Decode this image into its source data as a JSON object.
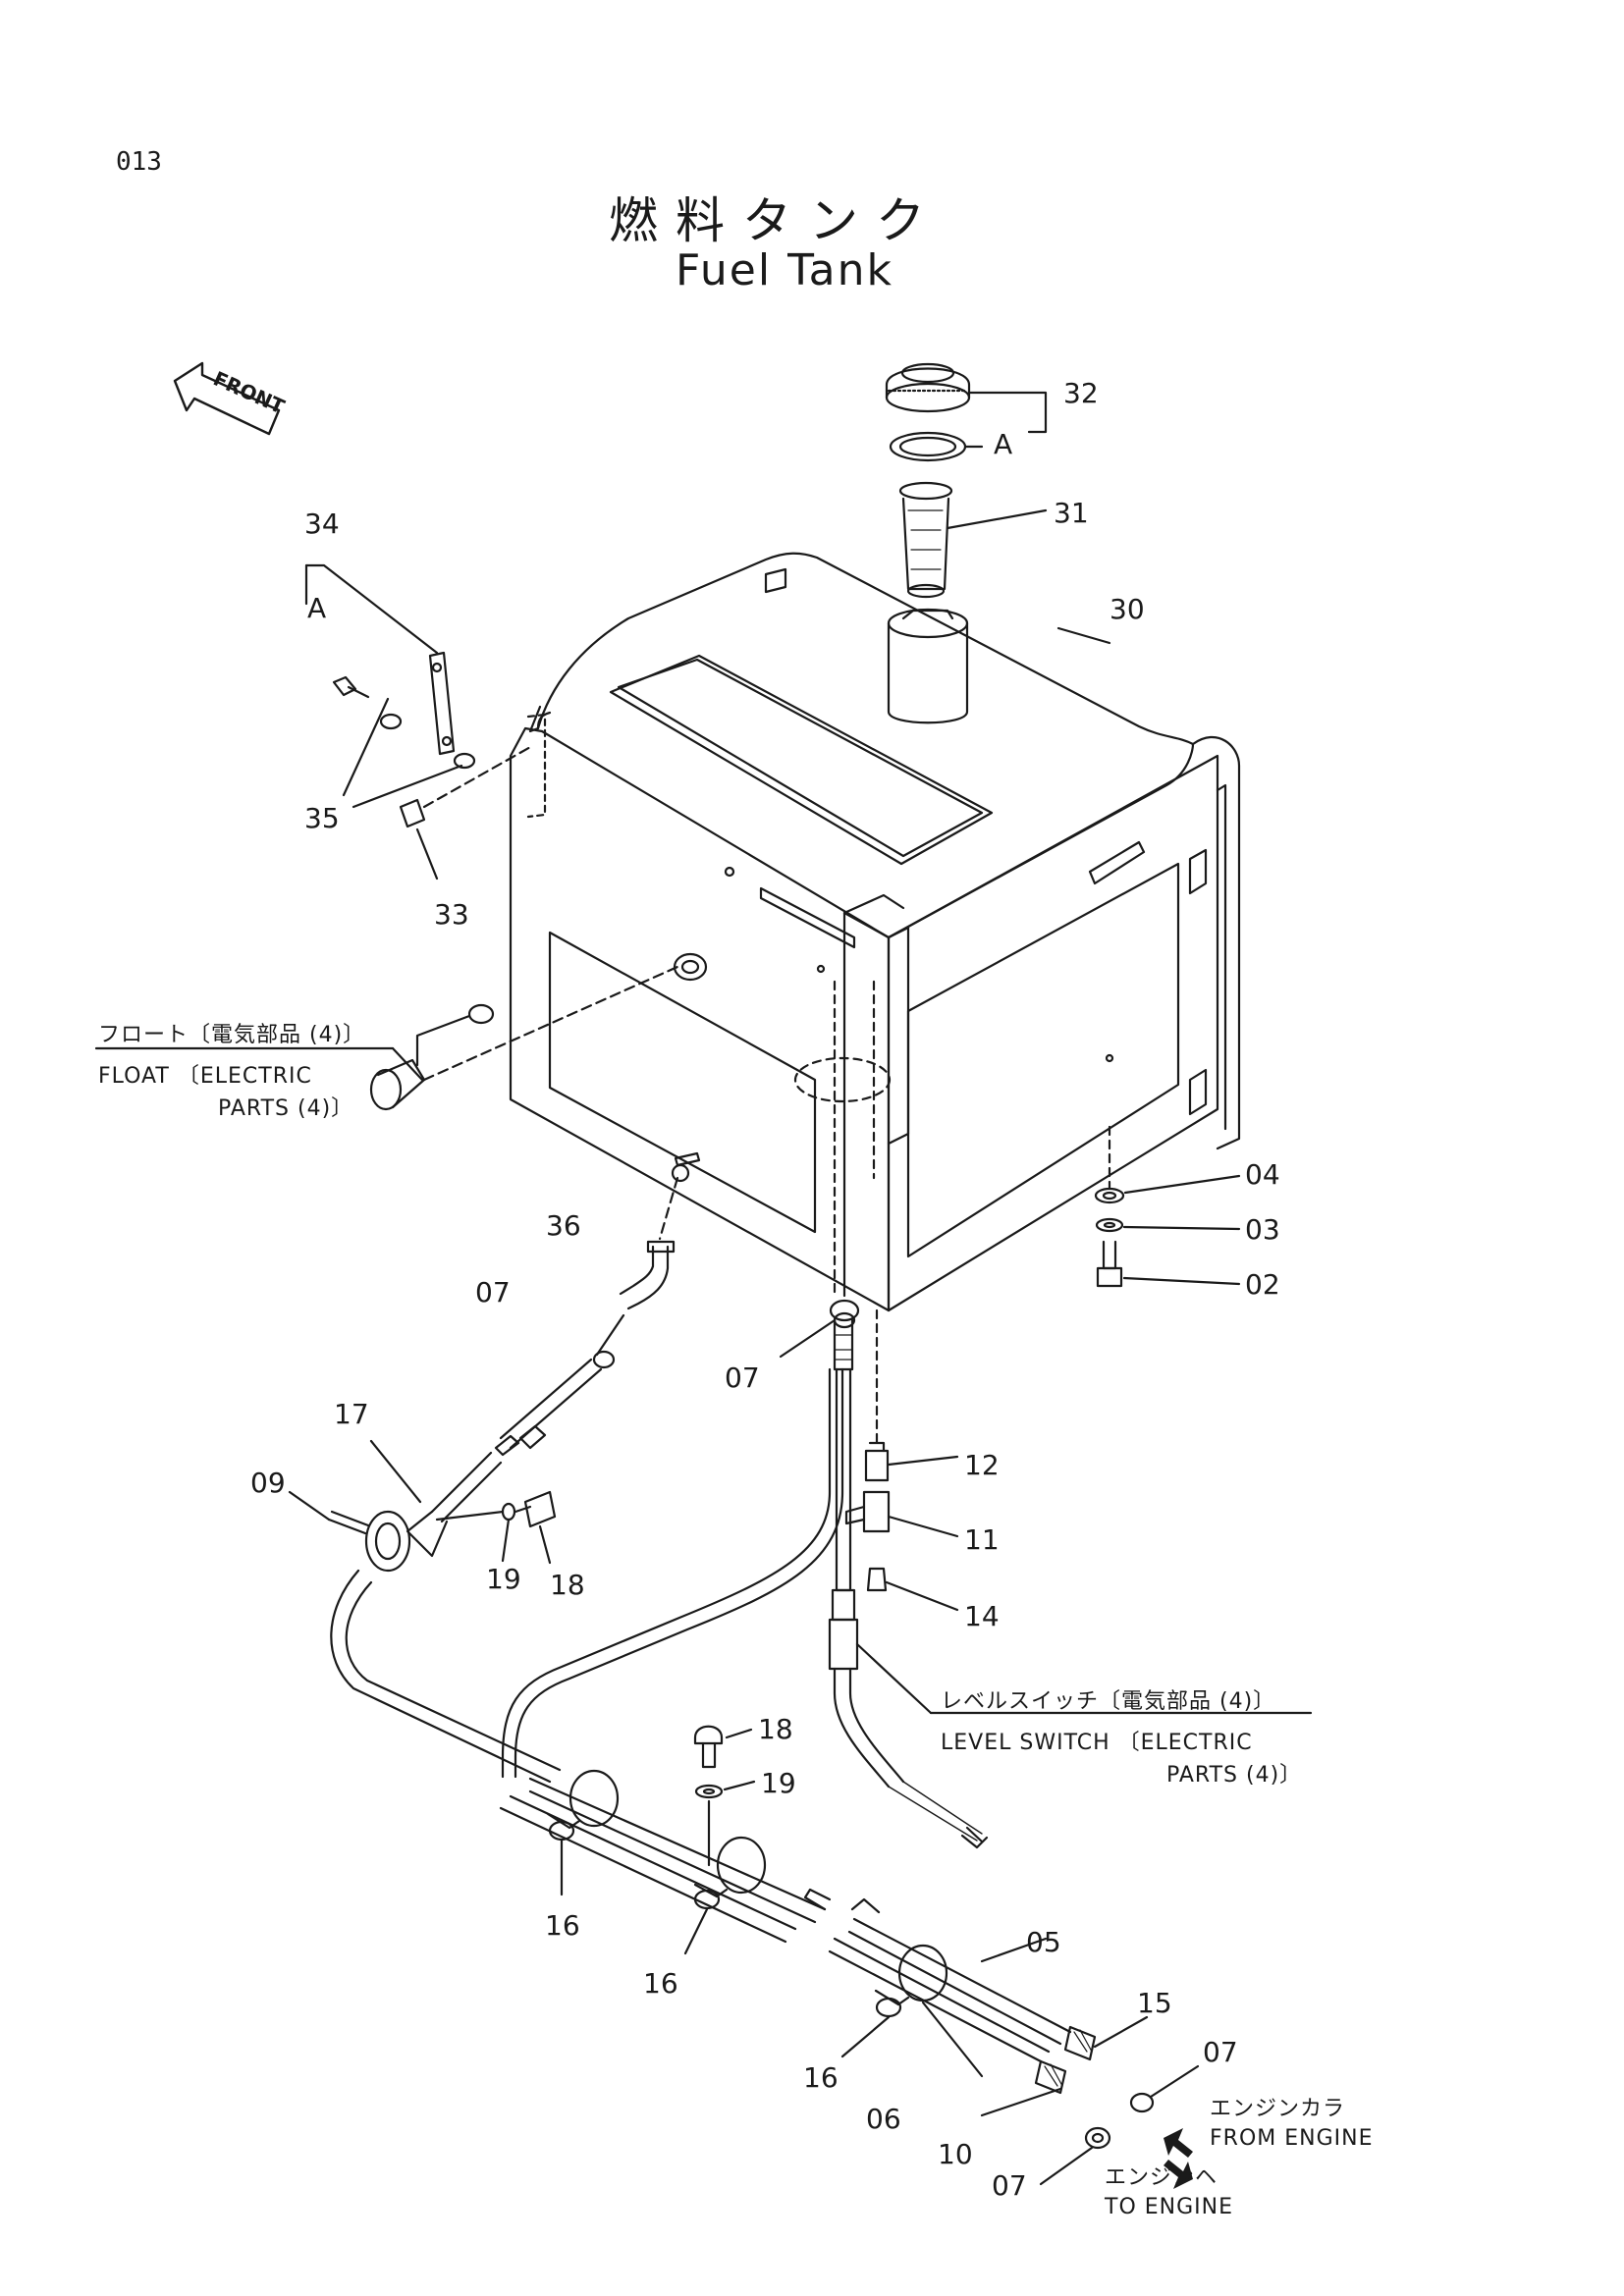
{
  "page_number": "013",
  "title_jp": "燃料タンク",
  "title_en": "Fuel Tank",
  "front_label": "FRONT",
  "callouts": {
    "c32": "32",
    "cA_top": "A",
    "c31": "31",
    "c30": "30",
    "c34": "34",
    "cA_left": "A",
    "c35": "35",
    "c33": "33",
    "c04": "04",
    "c03": "03",
    "c02": "02",
    "c36": "36",
    "c07_a": "07",
    "c07_b": "07",
    "c17": "17",
    "c09": "09",
    "c19_a": "19",
    "c18_a": "18",
    "c12": "12",
    "c11": "11",
    "c14": "14",
    "c18_b": "18",
    "c19_b": "19",
    "c16_a": "16",
    "c16_b": "16",
    "c16_c": "16",
    "c05": "05",
    "c15": "15",
    "c07_c": "07",
    "c06": "06",
    "c10": "10",
    "c07_d": "07"
  },
  "notes": {
    "float_jp": "フロート〔電気部品 (4)〕",
    "float_en1": "FLOAT 〔ELECTRIC",
    "float_en2": "PARTS (4)〕",
    "level_jp": "レベルスイッチ〔電気部品 (4)〕",
    "level_en1": "LEVEL SWITCH 〔ELECTRIC",
    "level_en2": "PARTS (4)〕",
    "from_jp": "エンジンカラ",
    "from_en": "FROM ENGINE",
    "to_jp": "エンジンヘ",
    "to_en": "TO ENGINE"
  }
}
